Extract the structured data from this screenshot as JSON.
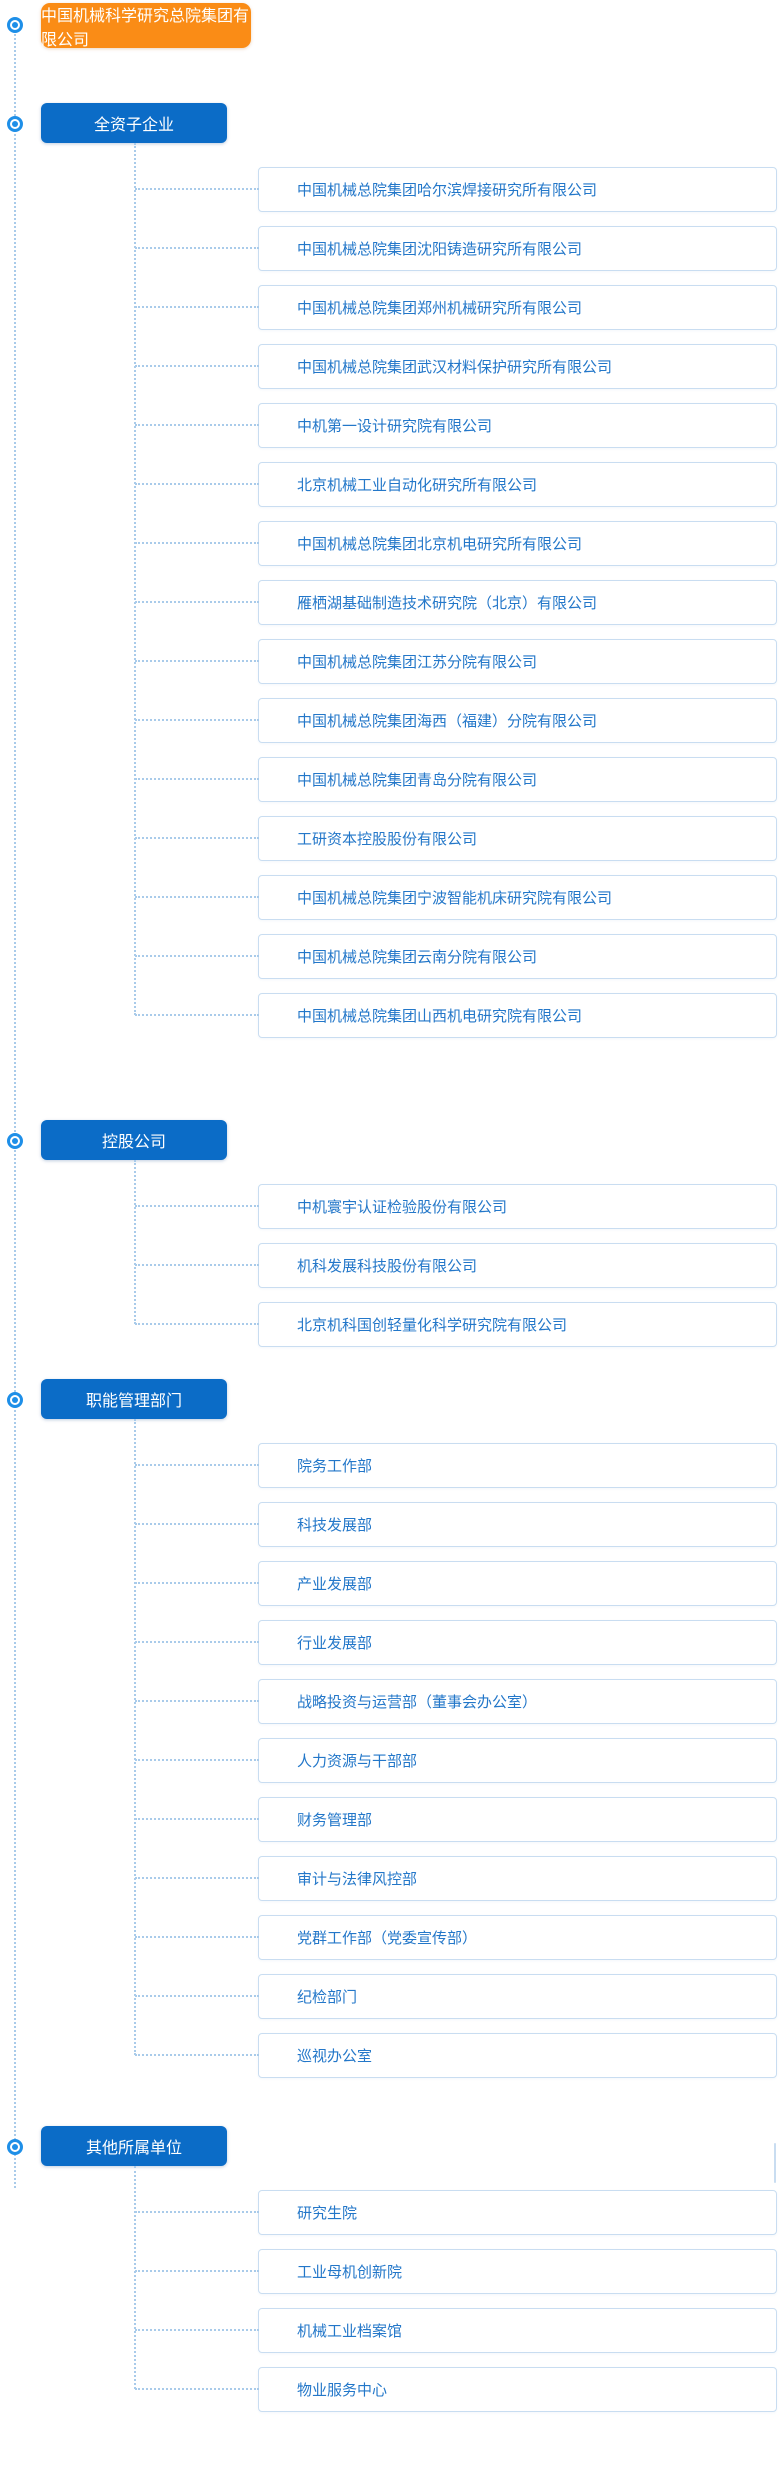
{
  "root": {
    "label": "中国机械科学研究总院集团有限公司"
  },
  "sections": [
    {
      "title": "全资子企业",
      "items": [
        "中国机械总院集团哈尔滨焊接研究所有限公司",
        "中国机械总院集团沈阳铸造研究所有限公司",
        "中国机械总院集团郑州机械研究所有限公司",
        "中国机械总院集团武汉材料保护研究所有限公司",
        "中机第一设计研究院有限公司",
        "北京机械工业自动化研究所有限公司",
        "中国机械总院集团北京机电研究所有限公司",
        "雁栖湖基础制造技术研究院（北京）有限公司",
        "中国机械总院集团江苏分院有限公司",
        "中国机械总院集团海西（福建）分院有限公司",
        "中国机械总院集团青岛分院有限公司",
        "工研资本控股股份有限公司",
        "中国机械总院集团宁波智能机床研究院有限公司",
        "中国机械总院集团云南分院有限公司",
        "中国机械总院集团山西机电研究院有限公司"
      ]
    },
    {
      "title": "控股公司",
      "items": [
        "中机寰宇认证检验股份有限公司",
        "机科发展科技股份有限公司",
        "北京机科国创轻量化科学研究院有限公司"
      ]
    },
    {
      "title": "职能管理部门",
      "items": [
        "院务工作部",
        "科技发展部",
        "产业发展部",
        "行业发展部",
        "战略投资与运营部（董事会办公室）",
        "人力资源与干部部",
        "财务管理部",
        "审计与法律风控部",
        "党群工作部（党委宣传部）",
        "纪检部门",
        "巡视办公室"
      ]
    },
    {
      "title": "其他所属单位",
      "items": [
        "研究生院",
        "工业母机创新院",
        "机械工业档案馆",
        "物业服务中心"
      ]
    }
  ],
  "icons": {
    "node_bullet": "radio-dot-icon"
  },
  "colors": {
    "root_bg": "#fa8c16",
    "section_bg": "#0b6cc7",
    "item_text": "#2377c9",
    "item_border": "#c9ddf1",
    "connector": "#a9cbea",
    "bullet": "#1e8fe8"
  }
}
